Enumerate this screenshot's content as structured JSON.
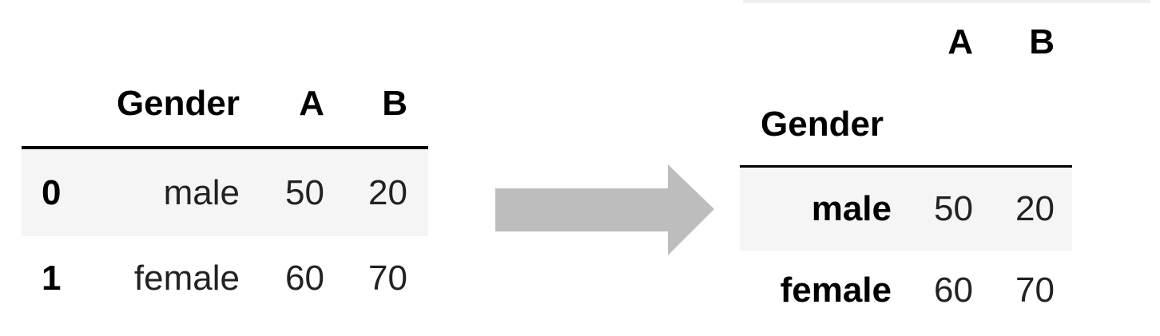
{
  "before": {
    "columns": [
      "Gender",
      "A",
      "B"
    ],
    "rows": [
      {
        "index": "0",
        "gender": "male",
        "a": "50",
        "b": "20"
      },
      {
        "index": "1",
        "gender": "female",
        "a": "60",
        "b": "70"
      }
    ]
  },
  "after": {
    "columns": [
      "A",
      "B"
    ],
    "index_name": "Gender",
    "rows": [
      {
        "index": "male",
        "a": "50",
        "b": "20"
      },
      {
        "index": "female",
        "a": "60",
        "b": "70"
      }
    ]
  },
  "arrow": {
    "icon": "right-arrow-icon",
    "color": "#bdbdbd"
  },
  "colors": {
    "stripe": "#f5f5f5",
    "header_rule": "#000000"
  }
}
